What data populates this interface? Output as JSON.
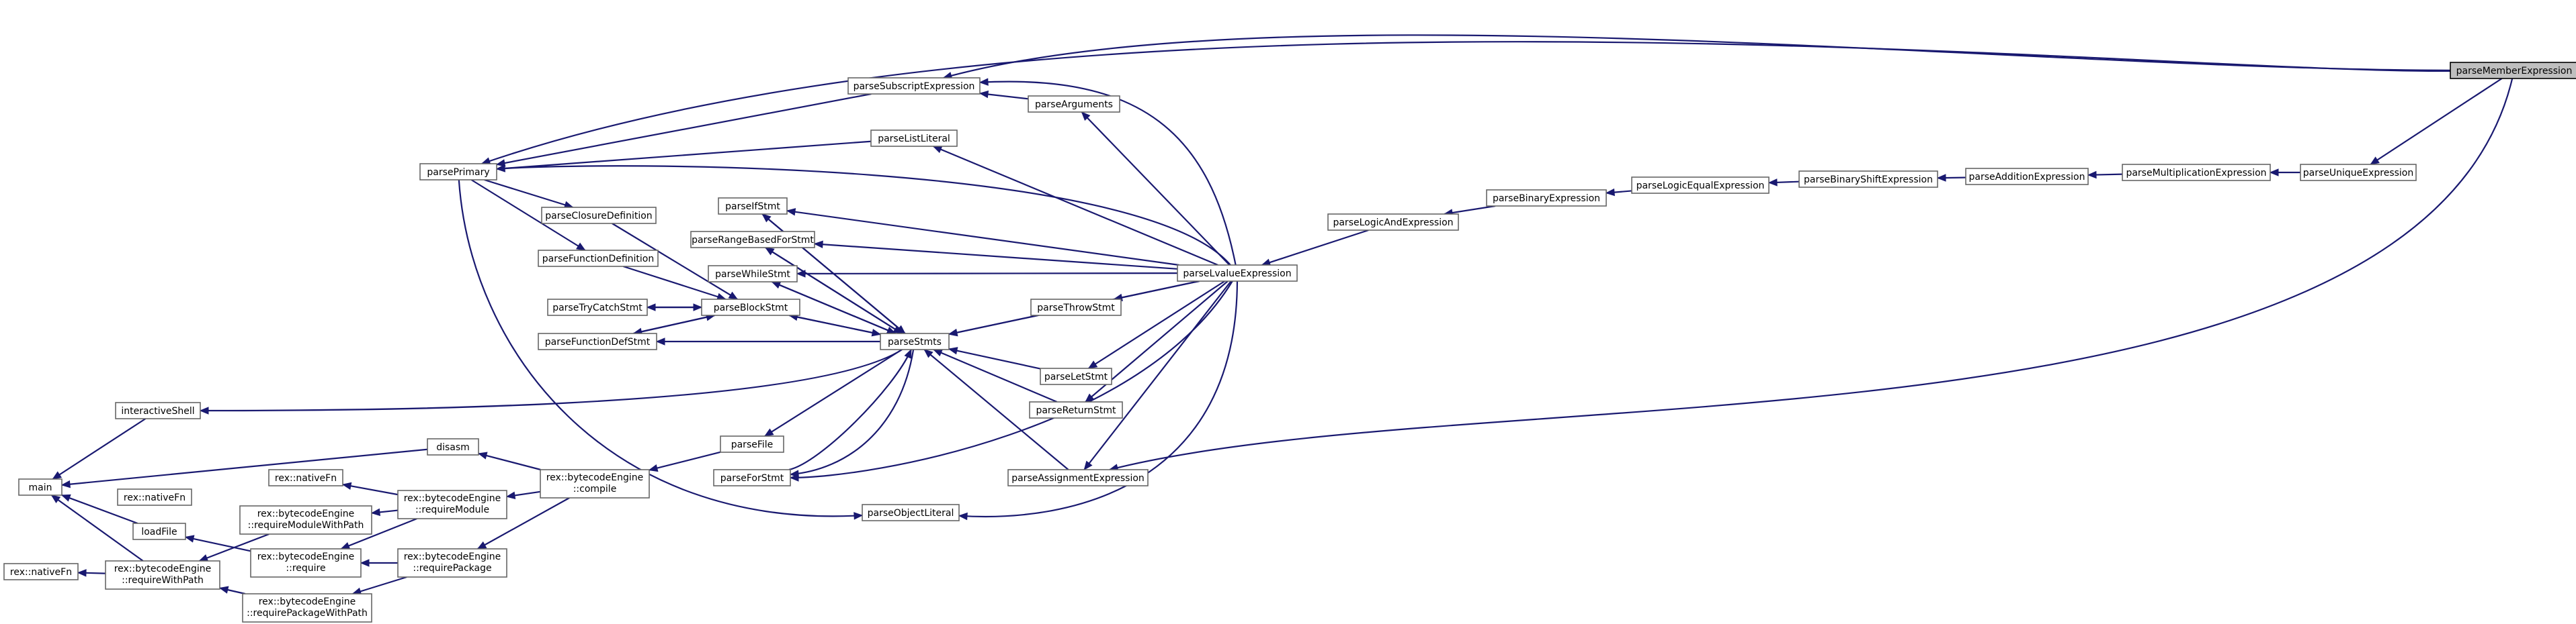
{
  "nodes": [
    {
      "id": "parseMemberExpression",
      "lines": [
        "parseMemberExpression"
      ],
      "highlight": true
    },
    {
      "id": "parseUniqueExpression",
      "lines": [
        "parseUniqueExpression"
      ]
    },
    {
      "id": "parseMultiplicationExpression",
      "lines": [
        "parseMultiplicationExpression"
      ]
    },
    {
      "id": "parseAdditionExpression",
      "lines": [
        "parseAdditionExpression"
      ]
    },
    {
      "id": "parseBinaryShiftExpression",
      "lines": [
        "parseBinaryShiftExpression"
      ]
    },
    {
      "id": "parseLogicEqualExpression",
      "lines": [
        "parseLogicEqualExpression"
      ]
    },
    {
      "id": "parseBinaryExpression",
      "lines": [
        "parseBinaryExpression"
      ]
    },
    {
      "id": "parseLogicAndExpression",
      "lines": [
        "parseLogicAndExpression"
      ]
    },
    {
      "id": "parseLvalueExpression",
      "lines": [
        "parseLvalueExpression"
      ]
    },
    {
      "id": "parseSubscriptExpression",
      "lines": [
        "parseSubscriptExpression"
      ]
    },
    {
      "id": "parseArguments",
      "lines": [
        "parseArguments"
      ]
    },
    {
      "id": "parseListLiteral",
      "lines": [
        "parseListLiteral"
      ]
    },
    {
      "id": "parsePrimary",
      "lines": [
        "parsePrimary"
      ]
    },
    {
      "id": "parseIfStmt",
      "lines": [
        "parseIfStmt"
      ]
    },
    {
      "id": "parseRangeBasedForStmt",
      "lines": [
        "parseRangeBasedForStmt"
      ]
    },
    {
      "id": "parseWhileStmt",
      "lines": [
        "parseWhileStmt"
      ]
    },
    {
      "id": "parseClosureDefinition",
      "lines": [
        "parseClosureDefinition"
      ]
    },
    {
      "id": "parseFunctionDefinition",
      "lines": [
        "parseFunctionDefinition"
      ]
    },
    {
      "id": "parseTryCatchStmt",
      "lines": [
        "parseTryCatchStmt"
      ]
    },
    {
      "id": "parseBlockStmt",
      "lines": [
        "parseBlockStmt"
      ]
    },
    {
      "id": "parseFunctionDefStmt",
      "lines": [
        "parseFunctionDefStmt"
      ]
    },
    {
      "id": "parseStmts",
      "lines": [
        "parseStmts"
      ]
    },
    {
      "id": "parseThrowStmt",
      "lines": [
        "parseThrowStmt"
      ]
    },
    {
      "id": "parseLetStmt",
      "lines": [
        "parseLetStmt"
      ]
    },
    {
      "id": "parseReturnStmt",
      "lines": [
        "parseReturnStmt"
      ]
    },
    {
      "id": "parseAssignmentExpression",
      "lines": [
        "parseAssignmentExpression"
      ]
    },
    {
      "id": "parseFile",
      "lines": [
        "parseFile"
      ]
    },
    {
      "id": "parseForStmt",
      "lines": [
        "parseForStmt"
      ]
    },
    {
      "id": "parseObjectLiteral",
      "lines": [
        "parseObjectLiteral"
      ]
    },
    {
      "id": "interactiveShell",
      "lines": [
        "interactiveShell"
      ]
    },
    {
      "id": "disasm",
      "lines": [
        "disasm"
      ]
    },
    {
      "id": "compile",
      "lines": [
        "rex::bytecodeEngine",
        "::compile"
      ]
    },
    {
      "id": "main",
      "lines": [
        "main"
      ]
    },
    {
      "id": "nativeFn1",
      "lines": [
        "rex::nativeFn"
      ]
    },
    {
      "id": "nativeFn2",
      "lines": [
        "rex::nativeFn"
      ]
    },
    {
      "id": "requireModule",
      "lines": [
        "rex::bytecodeEngine",
        "::requireModule"
      ]
    },
    {
      "id": "requireModuleWithPath",
      "lines": [
        "rex::bytecodeEngine",
        "::requireModuleWithPath"
      ]
    },
    {
      "id": "loadFile",
      "lines": [
        "loadFile"
      ]
    },
    {
      "id": "require",
      "lines": [
        "rex::bytecodeEngine",
        "::require"
      ]
    },
    {
      "id": "requirePackage",
      "lines": [
        "rex::bytecodeEngine",
        "::requirePackage"
      ]
    },
    {
      "id": "nativeFn3",
      "lines": [
        "rex::nativeFn"
      ]
    },
    {
      "id": "requireWithPath",
      "lines": [
        "rex::bytecodeEngine",
        "::requireWithPath"
      ]
    },
    {
      "id": "requirePackageWithPath",
      "lines": [
        "rex::bytecodeEngine",
        "::requirePackageWithPath"
      ]
    }
  ],
  "edges": [
    {
      "from": "parseMemberExpression",
      "to": "parseUniqueExpression"
    },
    {
      "from": "parseMemberExpression",
      "to": "parseSubscriptExpression"
    },
    {
      "from": "parseMemberExpression",
      "to": "parsePrimary"
    },
    {
      "from": "parseMemberExpression",
      "to": "parseAssignmentExpression"
    },
    {
      "from": "parseUniqueExpression",
      "to": "parseMultiplicationExpression"
    },
    {
      "from": "parseMultiplicationExpression",
      "to": "parseAdditionExpression"
    },
    {
      "from": "parseAdditionExpression",
      "to": "parseBinaryShiftExpression"
    },
    {
      "from": "parseBinaryShiftExpression",
      "to": "parseLogicEqualExpression"
    },
    {
      "from": "parseLogicEqualExpression",
      "to": "parseBinaryExpression"
    },
    {
      "from": "parseBinaryExpression",
      "to": "parseLogicAndExpression"
    },
    {
      "from": "parseLogicAndExpression",
      "to": "parseLvalueExpression"
    },
    {
      "from": "parseLvalueExpression",
      "to": "parseSubscriptExpression"
    },
    {
      "from": "parseLvalueExpression",
      "to": "parseArguments"
    },
    {
      "from": "parseLvalueExpression",
      "to": "parseListLiteral"
    },
    {
      "from": "parseLvalueExpression",
      "to": "parsePrimary"
    },
    {
      "from": "parseLvalueExpression",
      "to": "parseIfStmt"
    },
    {
      "from": "parseLvalueExpression",
      "to": "parseRangeBasedForStmt"
    },
    {
      "from": "parseLvalueExpression",
      "to": "parseWhileStmt"
    },
    {
      "from": "parseLvalueExpression",
      "to": "parseStmts"
    },
    {
      "from": "parseLvalueExpression",
      "to": "parseThrowStmt"
    },
    {
      "from": "parseLvalueExpression",
      "to": "parseLetStmt"
    },
    {
      "from": "parseLvalueExpression",
      "to": "parseReturnStmt"
    },
    {
      "from": "parseLvalueExpression",
      "to": "parseAssignmentExpression"
    },
    {
      "from": "parseLvalueExpression",
      "to": "parseForStmt"
    },
    {
      "from": "parseLvalueExpression",
      "to": "parseObjectLiteral"
    },
    {
      "from": "parseArguments",
      "to": "parseSubscriptExpression"
    },
    {
      "from": "parseSubscriptExpression",
      "to": "parsePrimary"
    },
    {
      "from": "parseListLiteral",
      "to": "parsePrimary"
    },
    {
      "from": "parsePrimary",
      "to": "parseClosureDefinition"
    },
    {
      "from": "parsePrimary",
      "to": "parseFunctionDefinition"
    },
    {
      "from": "parsePrimary",
      "to": "parseObjectLiteral"
    },
    {
      "from": "parseClosureDefinition",
      "to": "parseBlockStmt"
    },
    {
      "from": "parseFunctionDefinition",
      "to": "parseBlockStmt"
    },
    {
      "from": "parseBlockStmt",
      "to": "parseTryCatchStmt"
    },
    {
      "from": "parseBlockStmt",
      "to": "parseFunctionDefStmt"
    },
    {
      "from": "parseBlockStmt",
      "to": "parseStmts"
    },
    {
      "from": "parseStmts",
      "to": "parseIfStmt"
    },
    {
      "from": "parseStmts",
      "to": "parseRangeBasedForStmt"
    },
    {
      "from": "parseStmts",
      "to": "parseWhileStmt"
    },
    {
      "from": "parseStmts",
      "to": "parseBlockStmt"
    },
    {
      "from": "parseStmts",
      "to": "parseFunctionDefStmt"
    },
    {
      "from": "parseStmts",
      "to": "parseForStmt"
    },
    {
      "from": "parseStmts",
      "to": "parseFile"
    },
    {
      "from": "parseStmts",
      "to": "interactiveShell"
    },
    {
      "from": "parseIfStmt",
      "to": "parseStmts"
    },
    {
      "from": "parseRangeBasedForStmt",
      "to": "parseStmts"
    },
    {
      "from": "parseWhileStmt",
      "to": "parseStmts"
    },
    {
      "from": "parseTryCatchStmt",
      "to": "parseBlockStmt"
    },
    {
      "from": "parseFunctionDefStmt",
      "to": "parseBlockStmt"
    },
    {
      "from": "parseThrowStmt",
      "to": "parseStmts"
    },
    {
      "from": "parseLetStmt",
      "to": "parseStmts"
    },
    {
      "from": "parseReturnStmt",
      "to": "parseStmts"
    },
    {
      "from": "parseAssignmentExpression",
      "to": "parseStmts"
    },
    {
      "from": "parseForStmt",
      "to": "parseStmts"
    },
    {
      "from": "parseFile",
      "to": "compile"
    },
    {
      "from": "interactiveShell",
      "to": "main"
    },
    {
      "from": "compile",
      "to": "disasm"
    },
    {
      "from": "compile",
      "to": "requireModule"
    },
    {
      "from": "compile",
      "to": "requirePackage"
    },
    {
      "from": "disasm",
      "to": "main"
    },
    {
      "from": "requireModule",
      "to": "nativeFn1"
    },
    {
      "from": "requireModule",
      "to": "requireModuleWithPath"
    },
    {
      "from": "requireModule",
      "to": "require"
    },
    {
      "from": "requireModuleWithPath",
      "to": "requireWithPath"
    },
    {
      "from": "require",
      "to": "loadFile"
    },
    {
      "from": "requirePackage",
      "to": "require"
    },
    {
      "from": "requirePackage",
      "to": "requirePackageWithPath"
    },
    {
      "from": "loadFile",
      "to": "main"
    },
    {
      "from": "requireWithPath",
      "to": "main"
    },
    {
      "from": "requireWithPath",
      "to": "nativeFn3"
    },
    {
      "from": "requirePackageWithPath",
      "to": "requireWithPath"
    }
  ]
}
